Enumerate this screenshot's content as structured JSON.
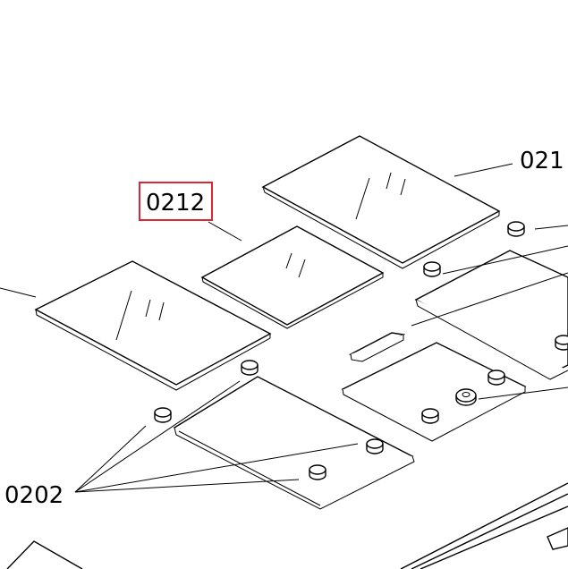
{
  "labels": {
    "top_right": "021",
    "highlighted": "0212",
    "bottom_left": "0202"
  },
  "colors": {
    "highlight": "#d9282f",
    "ink": "#000000",
    "background": "#ffffff"
  }
}
